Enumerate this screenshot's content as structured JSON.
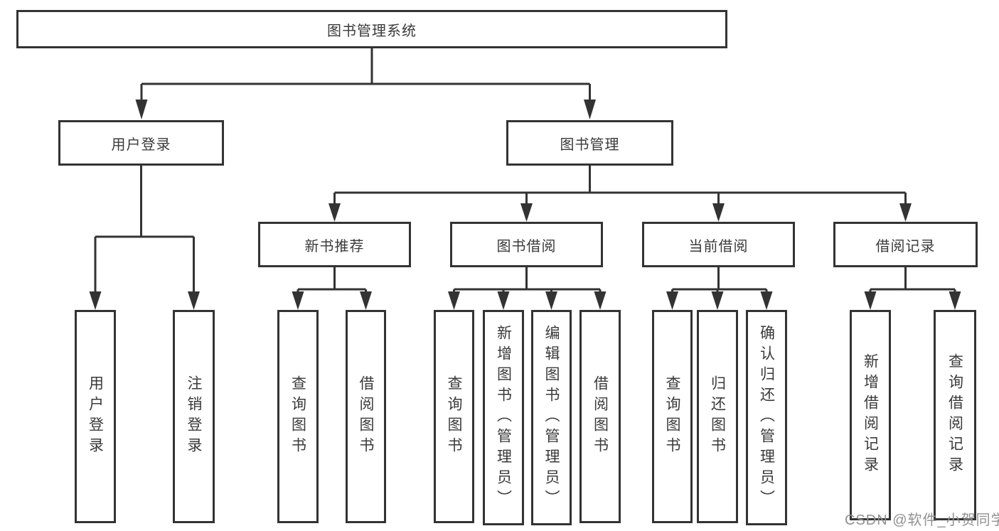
{
  "colors": {
    "line": "#333333",
    "text": "#3a3a3a",
    "background": "#ffffff",
    "watermark": "#919191"
  },
  "watermark": {
    "text": "CSDN @软件_小贺同学"
  },
  "tree": {
    "root": {
      "label": "图书管理系统",
      "children": [
        {
          "label": "用户登录",
          "children": [
            {
              "label": "用户登录"
            },
            {
              "label": "注销登录"
            }
          ]
        },
        {
          "label": "图书管理",
          "children": [
            {
              "label": "新书推荐",
              "children": [
                {
                  "label": "查询图书"
                },
                {
                  "label": "借阅图书"
                }
              ]
            },
            {
              "label": "图书借阅",
              "children": [
                {
                  "label": "查询图书"
                },
                {
                  "label": "新增图书（管理员）"
                },
                {
                  "label": "编辑图书（管理员）"
                },
                {
                  "label": "借阅图书"
                }
              ]
            },
            {
              "label": "当前借阅",
              "children": [
                {
                  "label": "查询图书"
                },
                {
                  "label": "归还图书"
                },
                {
                  "label": "确认归还（管理员）"
                }
              ]
            },
            {
              "label": "借阅记录",
              "children": [
                {
                  "label": "新增借阅记录"
                },
                {
                  "label": "查询借阅记录"
                }
              ]
            }
          ]
        }
      ]
    }
  }
}
